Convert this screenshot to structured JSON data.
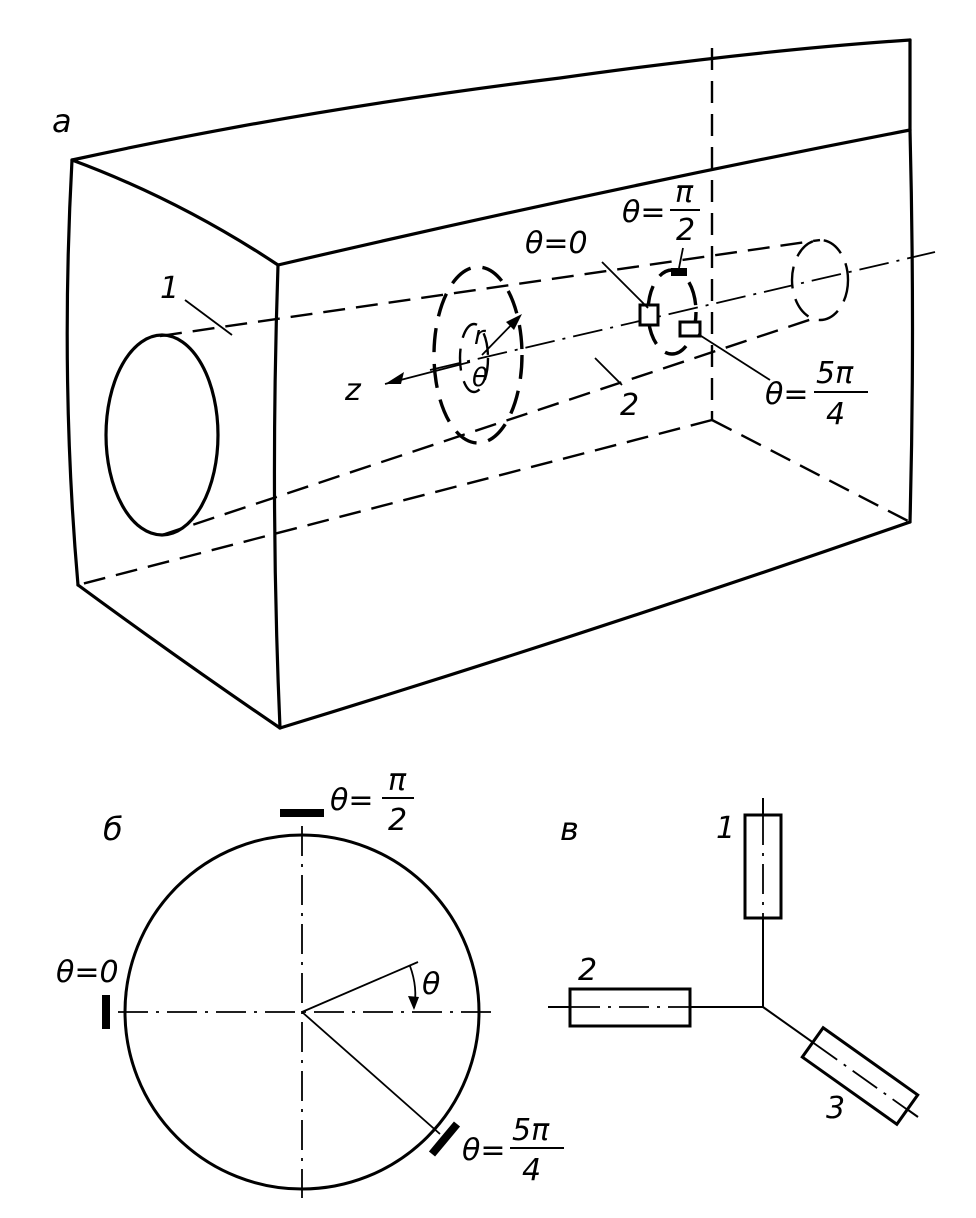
{
  "panels": {
    "a": "a",
    "b": "б",
    "c": "в"
  },
  "panel_a": {
    "label_1": "1",
    "label_2": "2",
    "axis_z": "z",
    "radius_r": "r",
    "angle_theta": "θ",
    "theta_0": "θ=0",
    "theta_pi2_lhs": "θ=",
    "theta_pi2_num": "π",
    "theta_pi2_den": "2",
    "theta_5pi4_lhs": "θ=",
    "theta_5pi4_num": "5π",
    "theta_5pi4_den": "4"
  },
  "panel_b": {
    "theta_0": "θ=0",
    "theta_pi2_lhs": "θ=",
    "theta_pi2_num": "π",
    "theta_pi2_den": "2",
    "theta_5pi4_lhs": "θ=",
    "theta_5pi4_num": "5π",
    "theta_5pi4_den": "4",
    "angle_theta": "θ"
  },
  "panel_c": {
    "label_1": "1",
    "label_2": "2",
    "label_3": "3"
  }
}
